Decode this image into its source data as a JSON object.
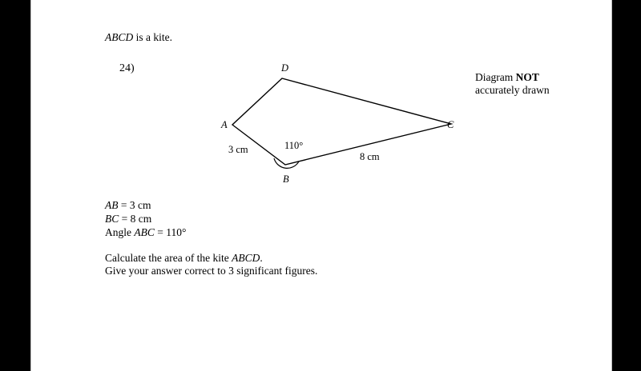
{
  "intro": {
    "kite_name": "ABCD",
    "is_a_kite": " is a kite."
  },
  "question_number": "24)",
  "note": {
    "line1_prefix": "Diagram ",
    "line1_bold": "NOT",
    "line2": "accurately drawn"
  },
  "diagram": {
    "vertices": {
      "A": "A",
      "B": "B",
      "C": "C",
      "D": "D"
    },
    "labels": {
      "ab_length": "3 cm",
      "bc_length": "8 cm",
      "angle_b": "110°"
    }
  },
  "given": {
    "ab": {
      "name": "AB",
      "rest": " = 3 cm"
    },
    "bc": {
      "name": "BC",
      "rest": " = 8 cm"
    },
    "angle": {
      "prefix": "Angle ",
      "name": "ABC",
      "rest": " = 110°"
    }
  },
  "task": {
    "line1_prefix": "Calculate the area of the kite ",
    "line1_name": "ABCD",
    "line1_suffix": ".",
    "line2": "Give your answer correct to 3 significant figures."
  }
}
